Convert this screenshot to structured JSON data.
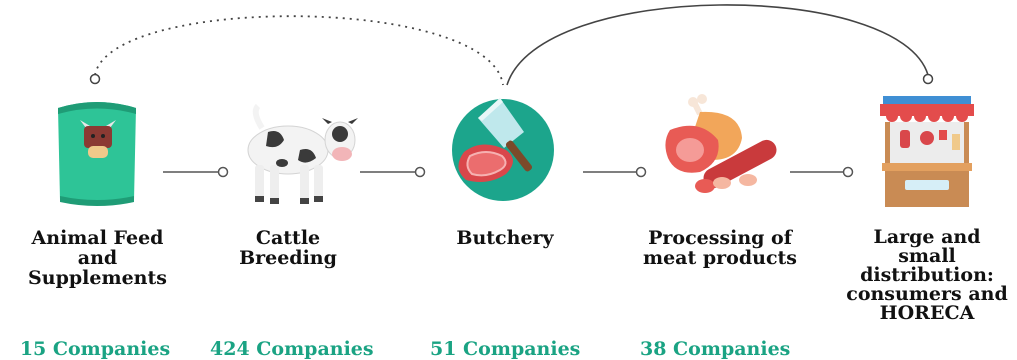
{
  "stages": [
    {
      "label": "Animal Feed and\nSupplements",
      "count": "15 Companies",
      "icon": "feed-bag-icon"
    },
    {
      "label": "Cattle\nBreeding",
      "count": "424 Companies",
      "icon": "cow-icon"
    },
    {
      "label": "Butchery",
      "count": "51 Companies",
      "icon": "cleaver-steak-icon"
    },
    {
      "label": "Processing of\nmeat products",
      "count": "38 Companies",
      "icon": "ham-sausage-icon"
    },
    {
      "label": "Large and small\ndistribution:\nconsumers and\nHORECA",
      "count": "",
      "icon": "market-stall-icon"
    }
  ],
  "colors": {
    "count_text": "#1aa383",
    "connector": "#555555",
    "bag": "#2ec497",
    "butchery_circle": "#1ca58c",
    "meat": "#d9474b",
    "stall_brown": "#c98b54"
  }
}
